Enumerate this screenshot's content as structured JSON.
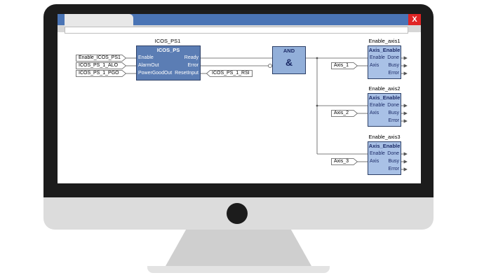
{
  "window": {
    "close_label": "X"
  },
  "icos_block": {
    "instance": "ICOS_PS1",
    "type": "ICOS_PS",
    "inputs": [
      "Enable",
      "AlarmOut",
      "PowerGoodOut"
    ],
    "outputs": [
      "Ready",
      "Error",
      "ResetInput"
    ]
  },
  "input_tags": [
    "Enable_ICOS_PS1",
    "ICOS_PS_1_ALO",
    "ICOS_PS_1_PGO"
  ],
  "output_tag": "ICOS_PS_1_RSI",
  "and_block": {
    "type": "AND",
    "symbol": "&"
  },
  "axis_blocks": [
    {
      "instance": "Enable_axis1",
      "type": "Axis_Enable",
      "axis_tag": "Axis_1",
      "inputs": [
        "Enable",
        "Axis"
      ],
      "outputs": [
        "Done",
        "Busy",
        "Error"
      ]
    },
    {
      "instance": "Enable_axis2",
      "type": "Axis_Enable",
      "axis_tag": "Axis_2",
      "inputs": [
        "Enable",
        "Axis"
      ],
      "outputs": [
        "Done",
        "Busy",
        "Error"
      ]
    },
    {
      "instance": "Enable_axis3",
      "type": "Axis_Enable",
      "axis_tag": "Axis_3",
      "inputs": [
        "Enable",
        "Axis"
      ],
      "outputs": [
        "Done",
        "Busy",
        "Error"
      ]
    }
  ],
  "colors": {
    "block_fill": "#5b7db4",
    "axis_fill": "#a9c1e6",
    "and_fill": "#92afd9",
    "title_bar": "#4a74b5",
    "close": "#e02424"
  }
}
